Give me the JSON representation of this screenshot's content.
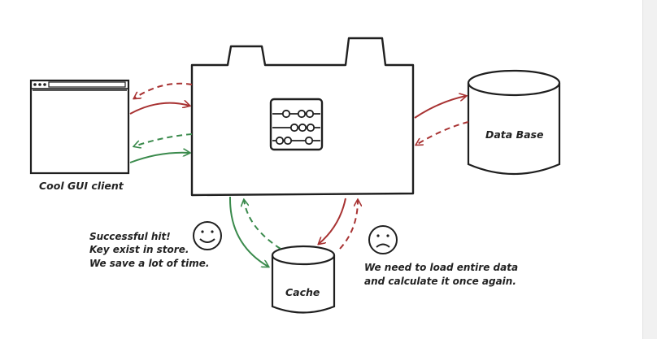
{
  "labels": {
    "client": "Cool GUI client",
    "database": "Data Base",
    "cache": "Cache",
    "hit_line1": "Successful hit!",
    "hit_line2": "Key exist in store.",
    "hit_line3": "We save a lot of time.",
    "miss_line1": "We need to load entire data",
    "miss_line2": "and calculate it once again."
  },
  "icons": {
    "happy": "happy-face-icon",
    "sad": "sad-face-icon",
    "server": "abacus-icon"
  },
  "colors": {
    "stroke": "#1f1f1f",
    "red_arrow": "#a83232",
    "green_arrow": "#3a8a4c"
  }
}
